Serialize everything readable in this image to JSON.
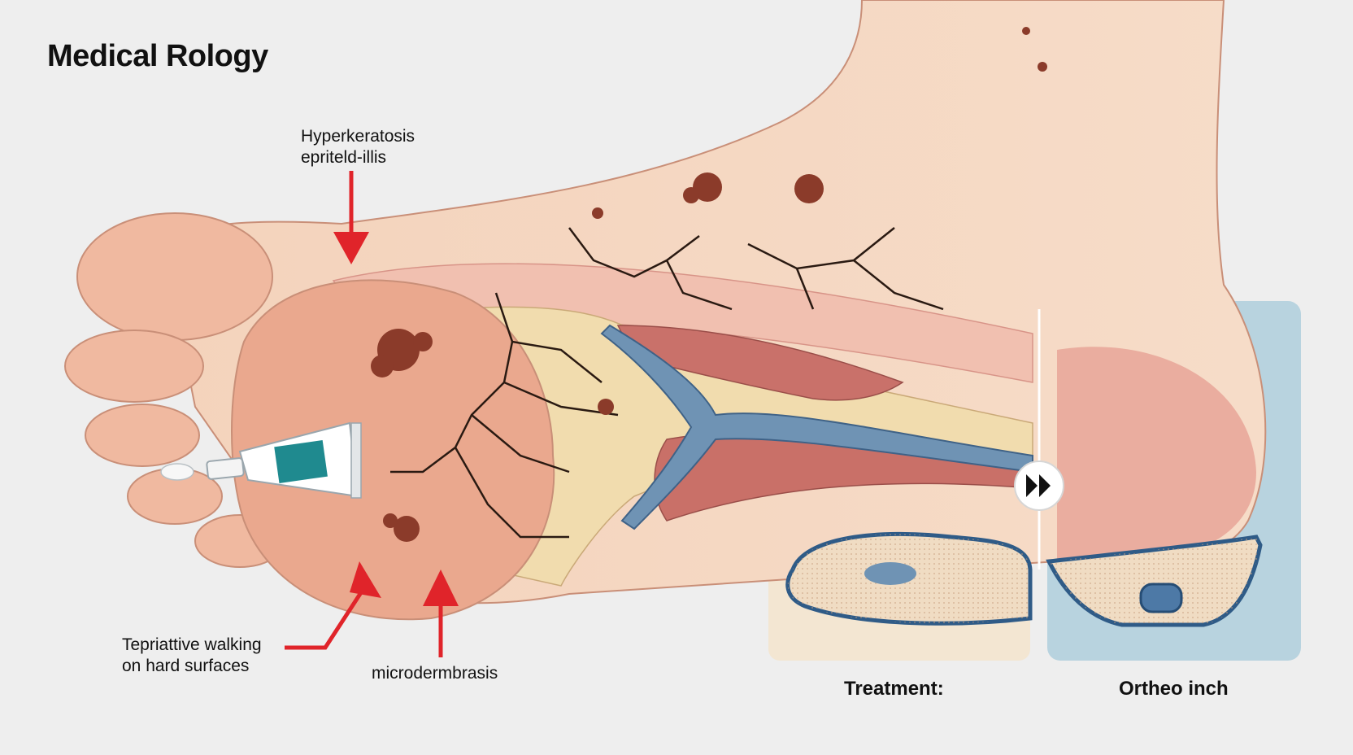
{
  "title": "Medical Rology",
  "annotations": {
    "hyperkeratosis_line1": "Hyperkeratosis",
    "hyperkeratosis_line2": "epriteld-illis",
    "walking_line1": "Tepriattive walking",
    "walking_line2": "on hard surfaces",
    "microdermabrasis": "microdermbrasis"
  },
  "panels": {
    "treatment_caption": "Treatment:",
    "ortho_caption": "Ortheo inch"
  },
  "icons": {
    "arrow": "red-arrow-icon",
    "cream": "cream-tube-icon",
    "next": "fast-forward-icon",
    "insole": "insole-icon"
  },
  "colors": {
    "background": "#eeeeee",
    "skin": "#f0c4a8",
    "skin_dark": "#e39f86",
    "callus": "#f1dcae",
    "muscle": "#c9716a",
    "vein": "#6f93b4",
    "arrow": "#e0242a",
    "treatment_panel": "#f3e6d2",
    "ortho_panel": "#b8d3df"
  }
}
